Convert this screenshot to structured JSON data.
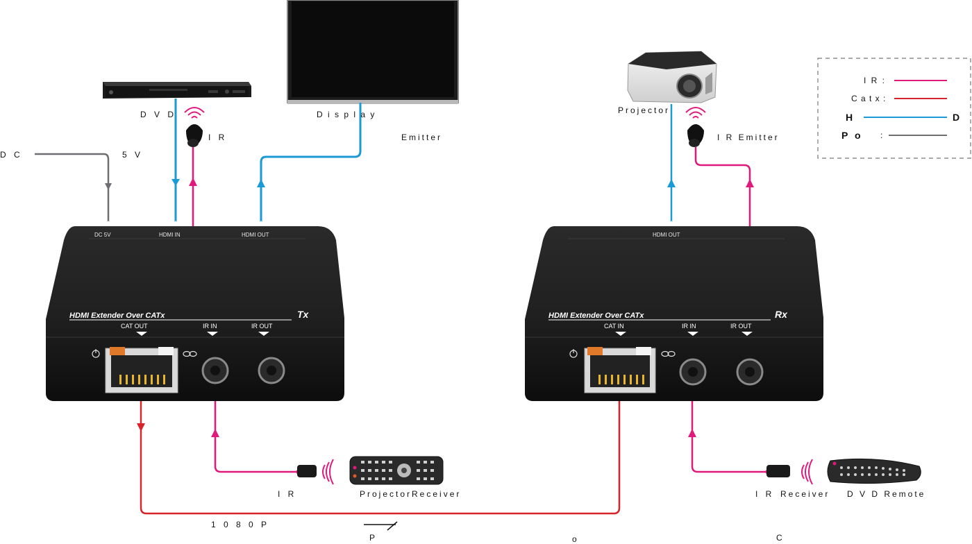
{
  "labels": {
    "dvd": "D V D",
    "display": "D    i    s    p    l    a    y",
    "emitter_tx": "Emitter",
    "ir_tx_top": "I R",
    "dc": "D C",
    "five_v": "5 V",
    "projector": "Projector",
    "ir_emitter_rx": "I R    Emitter",
    "ir_tx_bottom": "I R",
    "projector_receiver": "ProjectorReceiver",
    "res_1080p": "1 0 8 0 P",
    "ir_rx_bottom": "I R",
    "receiver_rx": "Receiver",
    "dvd_remote": "D V D    Remote",
    "p_bottom": "P",
    "o_bottom": "o",
    "c_bottom": "C"
  },
  "tx_box": {
    "title": "HDMI  Extender Over CATx",
    "badge": "Tx",
    "top_ports": [
      "DC 5V",
      "HDMI IN",
      "HDMI OUT"
    ],
    "front_ports": [
      "CAT OUT",
      "IR IN",
      "IR OUT"
    ]
  },
  "rx_box": {
    "title": "HDMI  Extender Over CATx",
    "badge": "Rx",
    "top_ports": [
      "HDMI OUT"
    ],
    "front_ports": [
      "CAT IN",
      "IR IN",
      "IR OUT"
    ]
  },
  "legend": {
    "ir_label": "I R :",
    "catx_label": "C a t x :",
    "h_label": "H",
    "d_label": "D",
    "po_label": "P o",
    "colon": ":",
    "colors": {
      "ir": "#e0197d",
      "catx": "#d8232a",
      "hdmi": "#1a9ad6",
      "power": "#6d6e71"
    }
  },
  "icons": [
    "dvd-player-icon",
    "display-monitor-icon",
    "projector-icon",
    "ir-emitter-icon",
    "ir-receiver-icon",
    "remote-control-icon",
    "power-icon",
    "link-icon"
  ]
}
